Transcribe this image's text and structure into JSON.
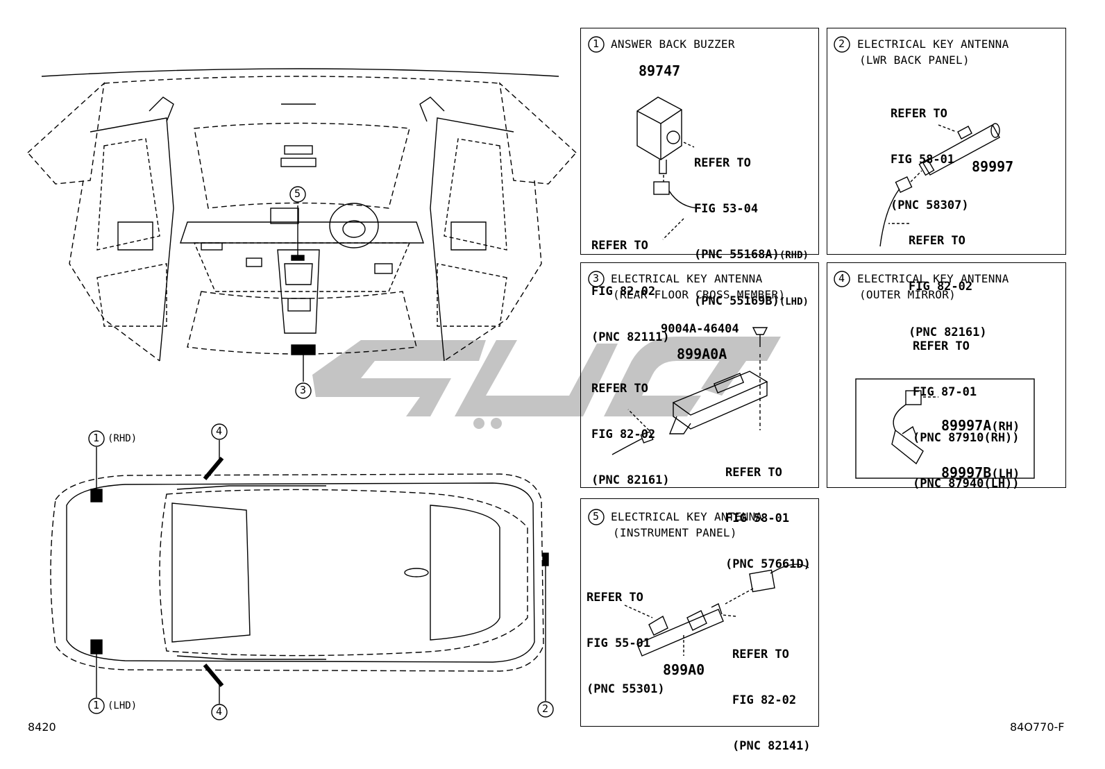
{
  "panels": [
    {
      "num": "1",
      "title": "ANSWER BACK BUZZER",
      "subtitle": "",
      "part_numbers": [
        "89747"
      ],
      "refs": [
        {
          "lines": [
            "REFER TO",
            "FIG 53-04",
            "(PNC 55168A)",
            "(PNC 55169B)"
          ],
          "tags": [
            "(RHD)",
            "(LHD)"
          ]
        },
        {
          "lines": [
            "REFER TO",
            "FIG 82-02",
            "(PNC 82111)"
          ]
        }
      ]
    },
    {
      "num": "2",
      "title": "ELECTRICAL KEY ANTENNA",
      "subtitle": "(LWR BACK PANEL)",
      "part_numbers": [
        "89997"
      ],
      "refs": [
        {
          "lines": [
            "REFER TO",
            "FIG 58-01",
            "(PNC 58307)"
          ]
        },
        {
          "lines": [
            "REFER TO",
            "FIG 82-02",
            "(PNC 82161)"
          ]
        }
      ]
    },
    {
      "num": "3",
      "title": "ELECTRICAL KEY ANTENNA",
      "subtitle": "(REAR FLOOR CROSS MEMBER)",
      "part_numbers": [
        "899A0A",
        "9004A-46404"
      ],
      "refs": [
        {
          "lines": [
            "REFER TO",
            "FIG 82-02",
            "(PNC 82161)"
          ]
        },
        {
          "lines": [
            "REFER TO",
            "FIG 58-01",
            "(PNC 57661D)"
          ]
        }
      ]
    },
    {
      "num": "4",
      "title": "ELECTRICAL KEY ANTENNA",
      "subtitle": "(OUTER MIRROR)",
      "part_numbers": [
        "89997A",
        "89997B"
      ],
      "part_tags": [
        "(RH)",
        "(LH)"
      ],
      "refs": [
        {
          "lines": [
            "REFER TO",
            "FIG 87-01",
            "(PNC 87910(RH))",
            "(PNC 87940(LH))"
          ]
        }
      ]
    },
    {
      "num": "5",
      "title": "ELECTRICAL KEY ANTENNA",
      "subtitle": "(INSTRUMENT PANEL)",
      "part_numbers": [
        "899A0"
      ],
      "refs": [
        {
          "lines": [
            "REFER TO",
            "FIG 55-01",
            "(PNC 55301)"
          ]
        },
        {
          "lines": [
            "REFER TO",
            "FIG 82-02",
            "(PNC 82141)"
          ]
        }
      ]
    }
  ],
  "callouts": {
    "interior": [
      "5",
      "3"
    ],
    "top_view": {
      "num1": "1",
      "rhd": "(RHD)",
      "lhd": "(LHD)",
      "num2": "2",
      "num4": "4"
    }
  },
  "footer": {
    "left": "8420",
    "right": "84O770-F"
  },
  "icons": [
    "circled-number-icon",
    "connector-icon",
    "buzzer-icon",
    "antenna-icon",
    "clip-icon",
    "watermark-logo"
  ],
  "colors": {
    "line": "#000000",
    "watermark": "#bdbdbd",
    "background": "#ffffff"
  }
}
